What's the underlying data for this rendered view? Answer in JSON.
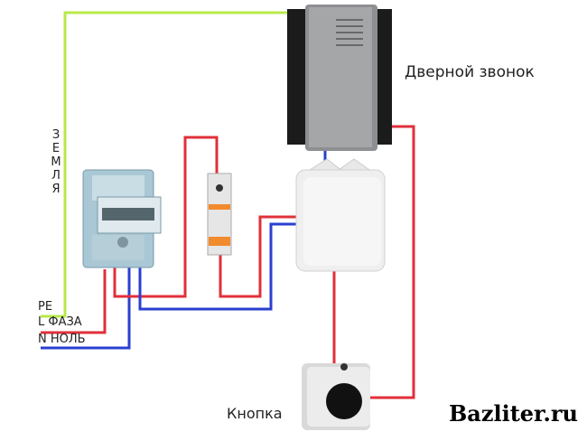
{
  "labels": {
    "doorbell": "Дверной звонок",
    "button": "Кнопка",
    "pe": "PE",
    "phase": "L ФАЗА",
    "neutral": "N НОЛЬ",
    "earth": "ЗЕМЛЯ",
    "watermark": "Bazliter.ru"
  },
  "colors": {
    "earth_wire": "#b8e84a",
    "phase_wire": "#e0303a",
    "neutral_wire": "#2a3fd0"
  }
}
